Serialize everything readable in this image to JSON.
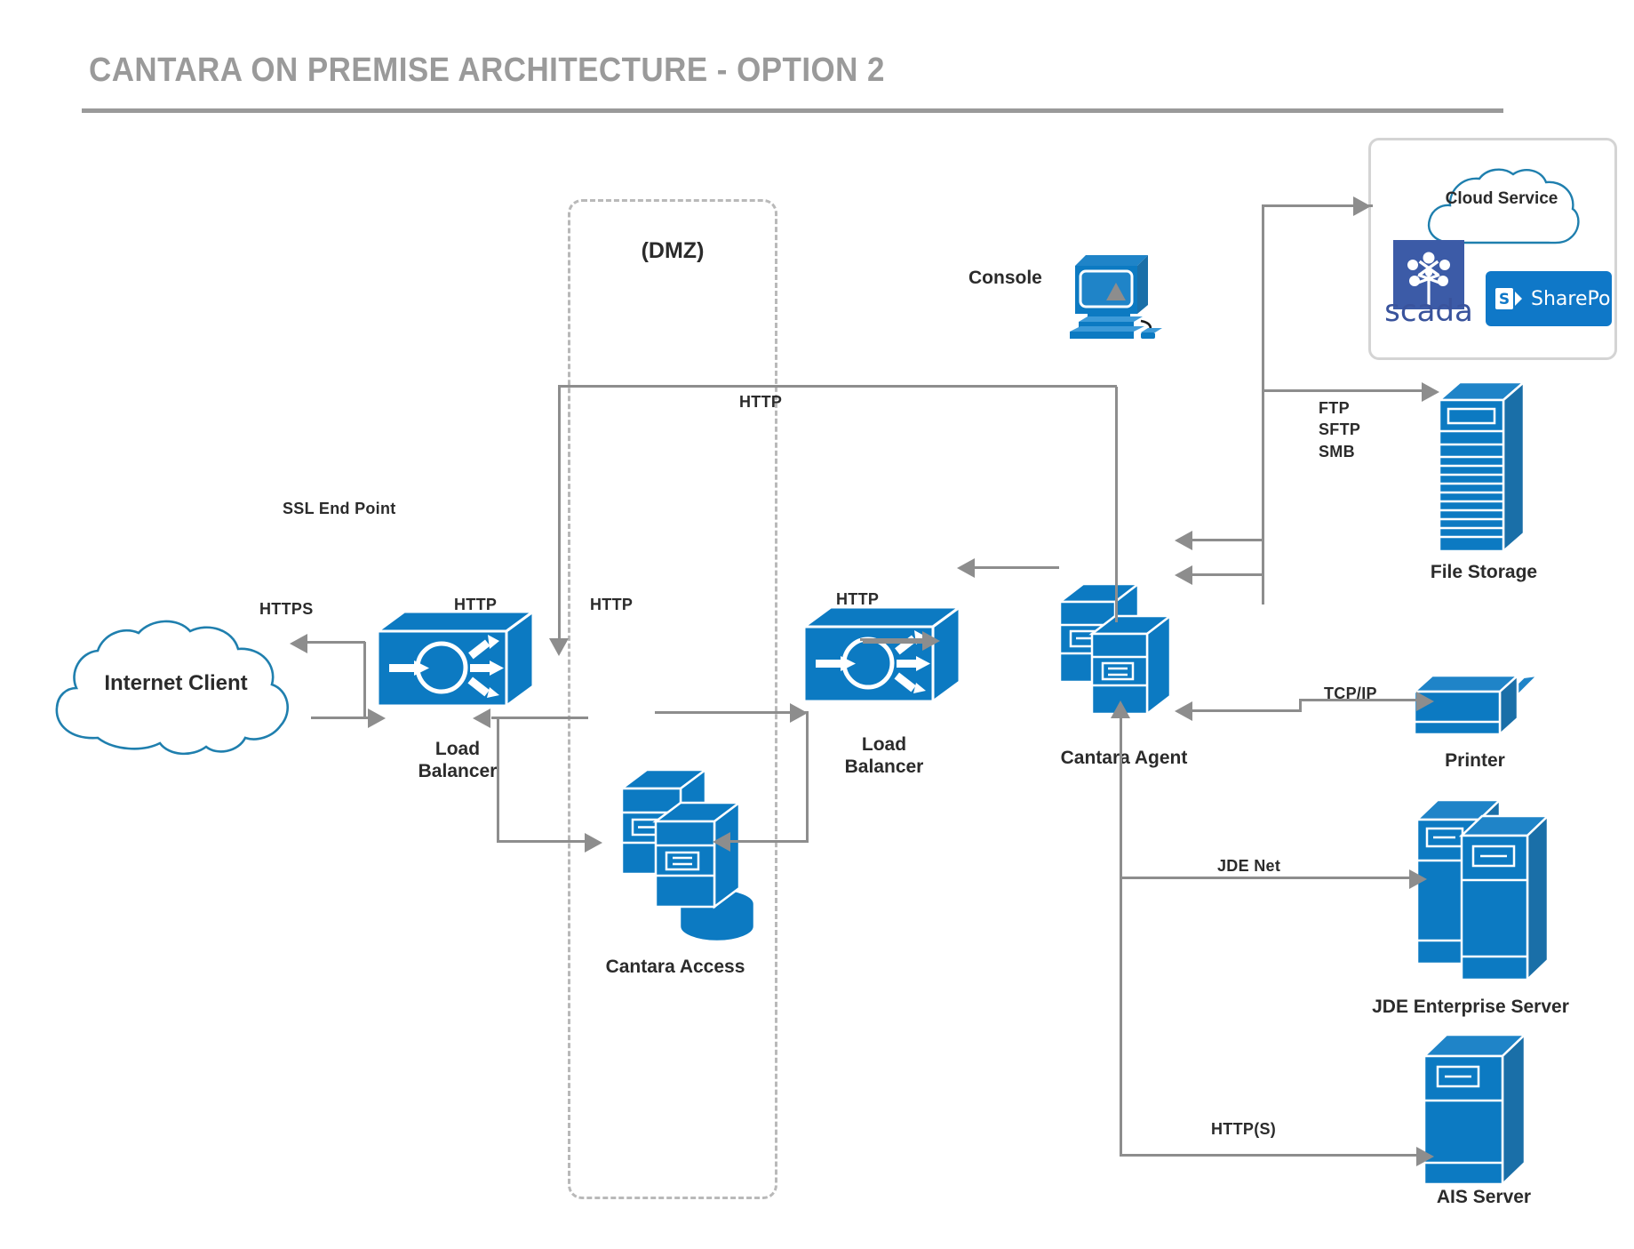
{
  "page": {
    "title": "CANTARA ON PREMISE ARCHITECTURE - OPTION 2",
    "accent_blue": "#0c7ac2",
    "cloud_outline": "#1f7fae",
    "connector_gray": "#8d8d8d",
    "title_gray": "#9a9a9a"
  },
  "zones": {
    "dmz": {
      "label": "(DMZ)"
    }
  },
  "nodes": {
    "internet_client": {
      "label": "Internet Client",
      "icon": "cloud-icon"
    },
    "load_balancer_edge": {
      "label": "Load\nBalancer",
      "label_line1": "Load",
      "label_line2": "Balancer",
      "icon": "load-balancer-icon"
    },
    "load_balancer_internal": {
      "label_line1": "Load",
      "label_line2": "Balancer",
      "icon": "load-balancer-icon"
    },
    "cantara_access": {
      "label": "Cantara Access",
      "icon": "server-stack-database-icon"
    },
    "cantara_agent": {
      "label": "Cantara Agent",
      "icon": "server-stack-icon"
    },
    "console": {
      "label": "Console",
      "icon": "desktop-computer-icon"
    },
    "file_storage": {
      "label": "File Storage",
      "icon": "file-storage-tower-icon"
    },
    "printer": {
      "label": "Printer",
      "icon": "printer-icon"
    },
    "jde_enterprise_server": {
      "label": "JDE Enterprise Server",
      "icon": "server-tower-pair-icon"
    },
    "ais_server": {
      "label": "AIS Server",
      "icon": "server-tower-icon"
    },
    "cloud_service": {
      "label": "Cloud Service",
      "icon": "cloud-icon",
      "apps": [
        {
          "name": "scada",
          "label": "scada",
          "icon": "scada-logo-icon",
          "color": "#3c5ba7"
        },
        {
          "name": "sharepoint",
          "label": "SharePoint",
          "icon": "sharepoint-logo-icon",
          "color": "#0f78c8"
        }
      ]
    }
  },
  "connections": [
    {
      "id": "ssl-end-point",
      "label": "SSL End Point"
    },
    {
      "id": "client-to-lb",
      "label": "HTTPS"
    },
    {
      "id": "lb-to-access",
      "label": "HTTP"
    },
    {
      "id": "access-to-lb2",
      "label": "HTTP"
    },
    {
      "id": "console-http",
      "label": "HTTP"
    },
    {
      "id": "lb2-to-agent",
      "label": "HTTP"
    },
    {
      "id": "agent-to-storage",
      "label_line1": "FTP",
      "label_line2": "SFTP",
      "label_line3": "SMB"
    },
    {
      "id": "agent-to-printer",
      "label": "TCP/IP"
    },
    {
      "id": "agent-to-jde",
      "label": "JDE Net"
    },
    {
      "id": "agent-to-ais",
      "label": "HTTP(S)"
    }
  ]
}
